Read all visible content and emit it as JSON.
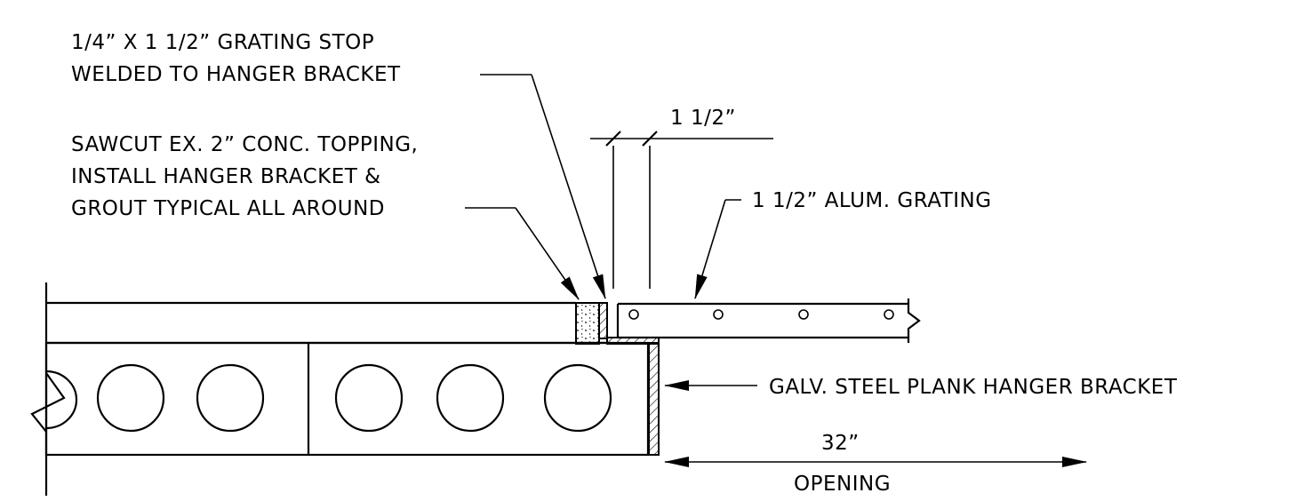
{
  "notes": {
    "grating_stop_line1": "1/4” X 1 1/2” GRATING STOP",
    "grating_stop_line2": "WELDED TO HANGER BRACKET",
    "sawcut_line1": "SAWCUT EX. 2” CONC. TOPPING,",
    "sawcut_line2": "INSTALL HANGER BRACKET &",
    "sawcut_line3": "GROUT TYPICAL ALL AROUND",
    "grating_label": "1 1/2” ALUM. GRATING",
    "bracket_label": "GALV. STEEL PLANK HANGER BRACKET"
  },
  "dimensions": {
    "stop_width": "1 1/2”",
    "opening_size": "32”",
    "opening_label": "OPENING"
  }
}
